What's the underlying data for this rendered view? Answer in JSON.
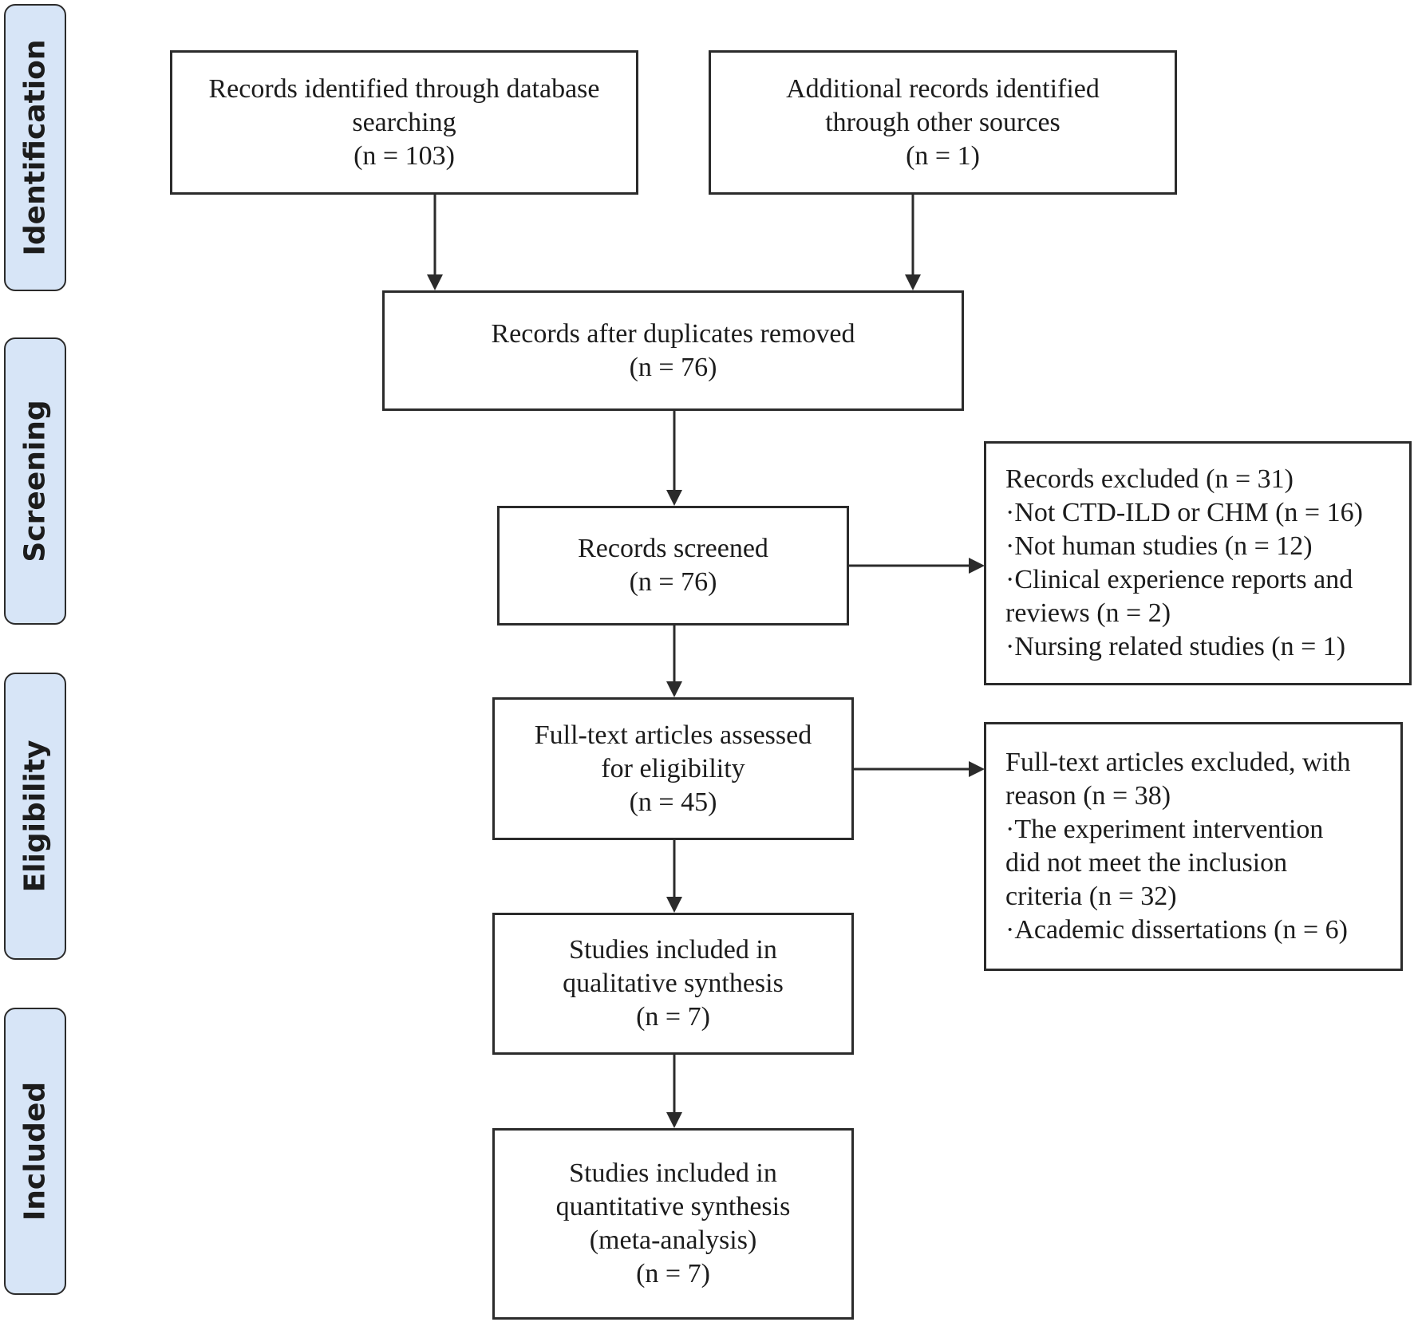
{
  "stages": {
    "identification": "Identification",
    "screening": "Screening",
    "eligibility": "Eligibility",
    "included": "Included"
  },
  "boxes": {
    "database_records": [
      "Records identified through database",
      "searching",
      "(n = 103)"
    ],
    "other_sources": [
      "Additional records identified",
      "through other sources",
      "(n = 1)"
    ],
    "duplicates_removed": [
      "Records after duplicates removed",
      "(n = 76)"
    ],
    "screened": [
      "Records screened",
      "(n = 76)"
    ],
    "records_excluded": [
      "Records excluded (n = 31)",
      "·Not CTD-ILD or CHM (n = 16)",
      "·Not human studies (n = 12)",
      "·Clinical experience reports and",
      "reviews (n = 2)",
      "·Nursing related studies (n = 1)"
    ],
    "fulltext_assessed": [
      "Full-text articles assessed",
      "for eligibility",
      "(n = 45)"
    ],
    "fulltext_excluded": [
      "Full-text articles excluded, with",
      "reason (n = 38)",
      "·The experiment intervention",
      "did not meet the inclusion",
      "criteria (n = 32)",
      "·Academic dissertations (n = 6)"
    ],
    "qualitative": [
      "Studies included in",
      "qualitative synthesis",
      "(n = 7)"
    ],
    "quantitative": [
      "Studies included in",
      "quantitative synthesis",
      "(meta-analysis)",
      "(n = 7)"
    ]
  }
}
